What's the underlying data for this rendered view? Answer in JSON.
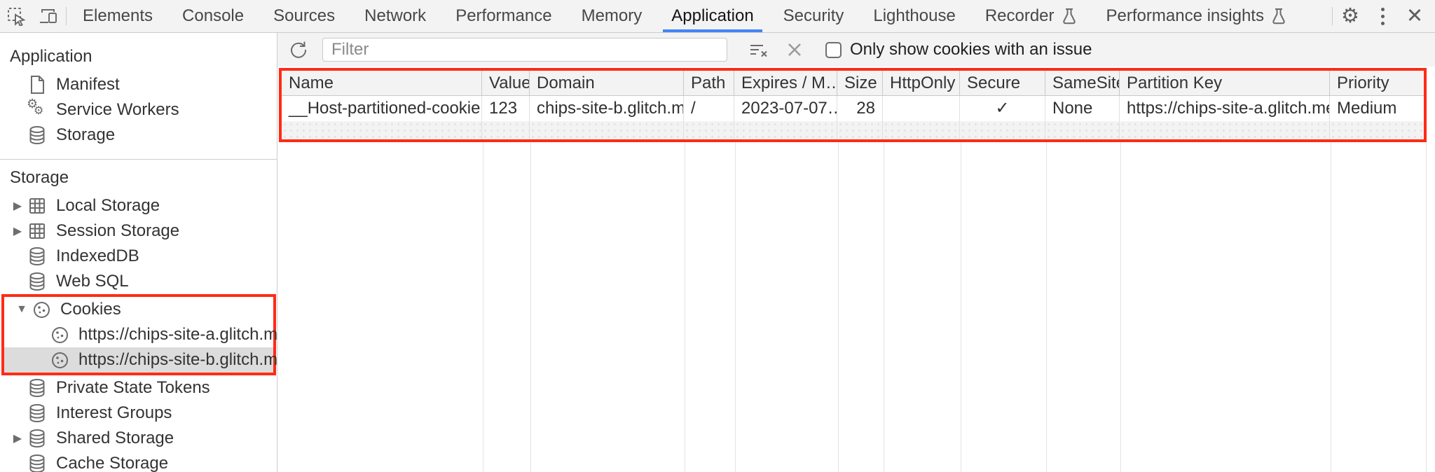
{
  "tabbar": {
    "tabs": [
      {
        "label": "Elements",
        "active": false
      },
      {
        "label": "Console",
        "active": false
      },
      {
        "label": "Sources",
        "active": false
      },
      {
        "label": "Network",
        "active": false
      },
      {
        "label": "Performance",
        "active": false
      },
      {
        "label": "Memory",
        "active": false
      },
      {
        "label": "Application",
        "active": true
      },
      {
        "label": "Security",
        "active": false
      },
      {
        "label": "Lighthouse",
        "active": false
      },
      {
        "label": "Recorder",
        "active": false,
        "experimental": true
      },
      {
        "label": "Performance insights",
        "active": false,
        "experimental": true
      }
    ],
    "icons": {
      "inspect": "inspect-cursor-icon",
      "device_toolbar": "device-toolbar-icon",
      "settings": "gear-icon",
      "more": "kebab-menu-icon",
      "close": "close-icon",
      "close_glyph": "✕",
      "gear_glyph": "⚙"
    }
  },
  "sidebar": {
    "sections": [
      {
        "title": "Application",
        "items": [
          {
            "label": "Manifest",
            "icon": "document-icon"
          },
          {
            "label": "Service Workers",
            "icon": "gears-icon"
          },
          {
            "label": "Storage",
            "icon": "database-icon"
          }
        ]
      },
      {
        "title": "Storage",
        "items": [
          {
            "label": "Local Storage",
            "icon": "table-icon",
            "expander": "▶"
          },
          {
            "label": "Session Storage",
            "icon": "table-icon",
            "expander": "▶"
          },
          {
            "label": "IndexedDB",
            "icon": "database-icon"
          },
          {
            "label": "Web SQL",
            "icon": "database-icon"
          },
          {
            "label": "Cookies",
            "icon": "cookie-icon",
            "expander": "▼",
            "highlighted": true
          },
          {
            "label": "https://chips-site-a.glitch.me",
            "icon": "cookie-icon",
            "child": true,
            "highlighted": true
          },
          {
            "label": "https://chips-site-b.glitch.me",
            "icon": "cookie-icon",
            "child": true,
            "selected": true,
            "highlighted": true
          },
          {
            "label": "Private State Tokens",
            "icon": "database-icon"
          },
          {
            "label": "Interest Groups",
            "icon": "database-icon"
          },
          {
            "label": "Shared Storage",
            "icon": "database-icon",
            "expander": "▶"
          },
          {
            "label": "Cache Storage",
            "icon": "database-icon"
          }
        ]
      }
    ]
  },
  "toolbar": {
    "refresh_icon": "refresh-icon",
    "filter_placeholder": "Filter",
    "filter_value": "",
    "clear_filter_icon": "clear-filter-icon",
    "clear_icon": "clear-x-icon",
    "issue_checkbox_checked": false,
    "issue_checkbox_label": "Only show cookies with an issue"
  },
  "cookie_table": {
    "columns": [
      "Name",
      "Value",
      "Domain",
      "Path",
      "Expires / M…",
      "Size",
      "HttpOnly",
      "Secure",
      "SameSite",
      "Partition Key",
      "Priority"
    ],
    "rows": [
      {
        "name": "__Host-partitioned-cookie",
        "value": "123",
        "domain": "chips-site-b.glitch.me",
        "path": "/",
        "expires": "2023-07-07…",
        "size": "28",
        "http_only": "",
        "secure": "✓",
        "same_site": "None",
        "partition_key": "https://chips-site-a.glitch.me",
        "priority": "Medium"
      }
    ]
  },
  "colors": {
    "accent_blue": "#4285f4",
    "annotation_red": "#ff2b16",
    "selected_item_bg": "#dcdcdc",
    "toolbar_bg": "#f3f3f3"
  }
}
